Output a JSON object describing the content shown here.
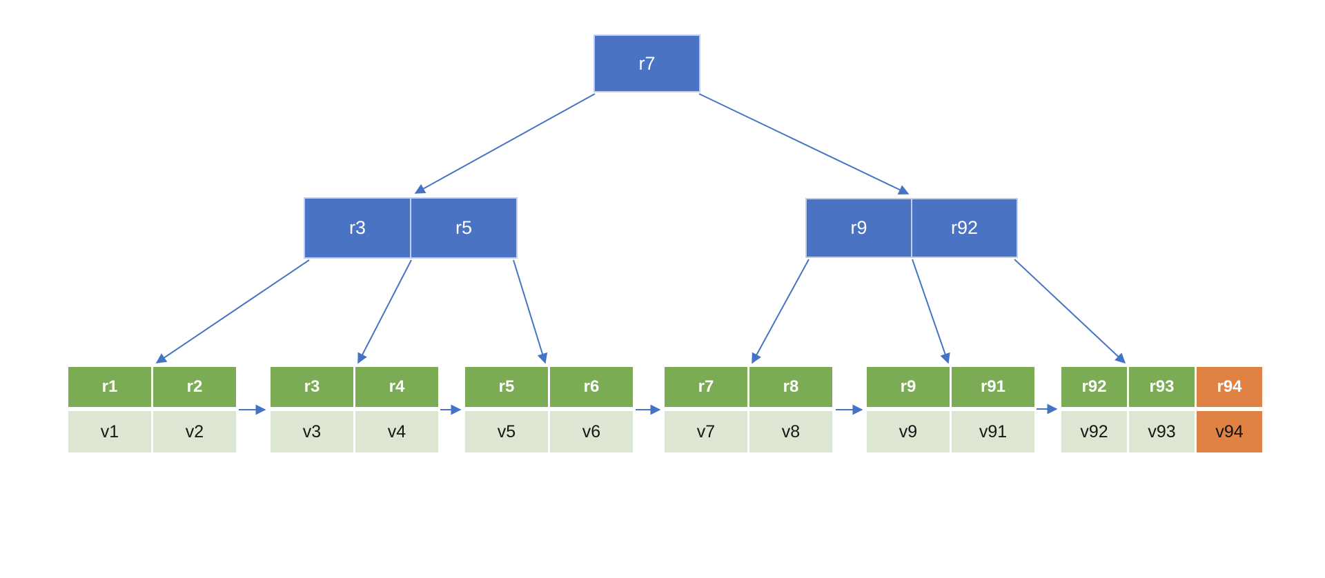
{
  "colors": {
    "node_blue": "#4A73C4",
    "node_border": "#C3CEEA",
    "leaf_key_green": "#7CAB55",
    "leaf_value_green": "#DDE6D2",
    "highlight_orange": "#DF8244",
    "arrow_blue": "#4472C4"
  },
  "tree": {
    "root": {
      "keys": [
        "r7"
      ]
    },
    "internal": [
      {
        "keys": [
          "r3",
          "r5"
        ]
      },
      {
        "keys": [
          "r9",
          "r92"
        ]
      }
    ],
    "leaves": [
      {
        "keys": [
          "r1",
          "r2"
        ],
        "values": [
          "v1",
          "v2"
        ]
      },
      {
        "keys": [
          "r3",
          "r4"
        ],
        "values": [
          "v3",
          "v4"
        ]
      },
      {
        "keys": [
          "r5",
          "r6"
        ],
        "values": [
          "v5",
          "v6"
        ]
      },
      {
        "keys": [
          "r7",
          "r8"
        ],
        "values": [
          "v7",
          "v8"
        ]
      },
      {
        "keys": [
          "r9",
          "r91"
        ],
        "values": [
          "v9",
          "v91"
        ]
      },
      {
        "keys": [
          "r92",
          "r93",
          "r94"
        ],
        "values": [
          "v92",
          "v93",
          "v94"
        ],
        "highlighted": [
          "r94",
          "v94"
        ]
      }
    ]
  }
}
